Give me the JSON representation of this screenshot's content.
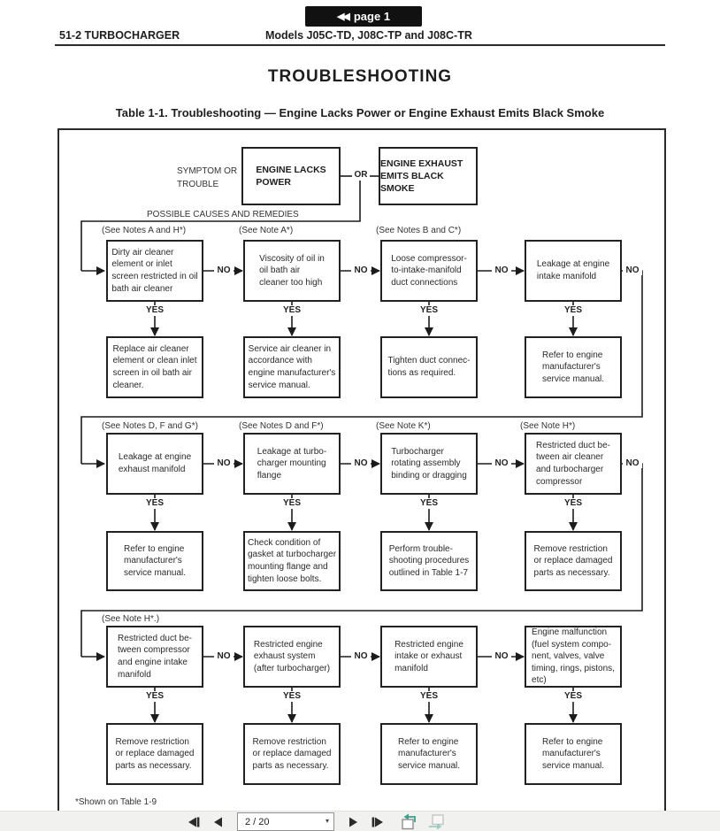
{
  "colors": {
    "ink": "#222222",
    "toolbar_bg": "#f1f1ef",
    "view_arrow_teal": "#3aa08e",
    "page_button_bg": "#111111"
  },
  "page_button": {
    "icon": "◀◀",
    "label": "page 1"
  },
  "header": {
    "left": "51-2 TURBOCHARGER",
    "center": "Models J05C-TD, J08C-TP and J08C-TR"
  },
  "title": "TROUBLESHOOTING",
  "caption": "Table 1-1.  Troubleshooting — Engine Lacks Power or Engine Exhaust Emits Black Smoke",
  "flowchart": {
    "symptom_label": "SYMPTOM OR\nTROUBLE",
    "or_label": "OR",
    "causes_label": "POSSIBLE CAUSES AND REMEDIES",
    "yes_label": "YES",
    "no_label": "NO",
    "symptoms": [
      "ENGINE LACKS\nPOWER",
      "ENGINE EXHAUST\nEMITS BLACK SMOKE"
    ],
    "rows": [
      {
        "notes": [
          "(See Notes A and H*)",
          "(See Note A*)",
          "(See Notes B and C*)",
          ""
        ],
        "causes": [
          "Dirty air cleaner\nelement or inlet\nscreen restricted in oil\nbath air cleaner",
          "Viscosity of oil in\noil bath air\ncleaner too high",
          "Loose compressor-\nto-intake-manifold\nduct connections",
          "Leakage at engine\nintake manifold"
        ],
        "remedies": [
          "Replace air cleaner\nelement or clean inlet\nscreen in oil bath air\ncleaner.",
          "Service air cleaner in\naccordance with\nengine manufacturer's\nservice manual.",
          "Tighten duct connec-\ntions as required.",
          "Refer to engine\nmanufacturer's\nservice manual."
        ]
      },
      {
        "notes": [
          "(See Notes D, F and G*)",
          "(See Notes D and F*)",
          "(See Note K*)",
          "(See Note H*)"
        ],
        "causes": [
          "Leakage at engine\nexhaust manifold",
          "Leakage at turbo-\ncharger mounting\nflange",
          "Turbocharger\nrotating assembly\nbinding or dragging",
          "Restricted duct be-\ntween air cleaner\nand turbocharger\ncompressor"
        ],
        "remedies": [
          "Refer to engine\nmanufacturer's\nservice manual.",
          "Check condition of\ngasket at turbocharger\nmounting flange and\ntighten loose bolts.",
          "Perform trouble-\nshooting procedures\noutlined in Table 1-7",
          "Remove restriction\nor replace damaged\nparts as necessary."
        ]
      },
      {
        "notes": [
          "(See Note H*.)",
          "",
          "",
          ""
        ],
        "causes": [
          "Restricted duct be-\ntween compressor\nand engine intake\nmanifold",
          "Restricted engine\nexhaust system\n(after turbocharger)",
          "Restricted engine\nintake or exhaust\nmanifold",
          "Engine malfunction\n(fuel system compo-\nnent, valves, valve\ntiming, rings, pistons,\netc)"
        ],
        "remedies": [
          "Remove restriction\nor replace damaged\nparts as necessary.",
          "Remove restriction\nor replace damaged\nparts as necessary.",
          "Refer to engine\nmanufacturer's\nservice manual.",
          "Refer to engine\nmanufacturer's\nservice manual."
        ]
      }
    ],
    "footnote": "*Shown on Table 1-9"
  },
  "toolbar": {
    "page_indicator": "2 / 20",
    "caret": "▾",
    "icons": [
      "first-page",
      "previous-page",
      "next-page",
      "last-page",
      "previous-view",
      "next-view"
    ]
  }
}
